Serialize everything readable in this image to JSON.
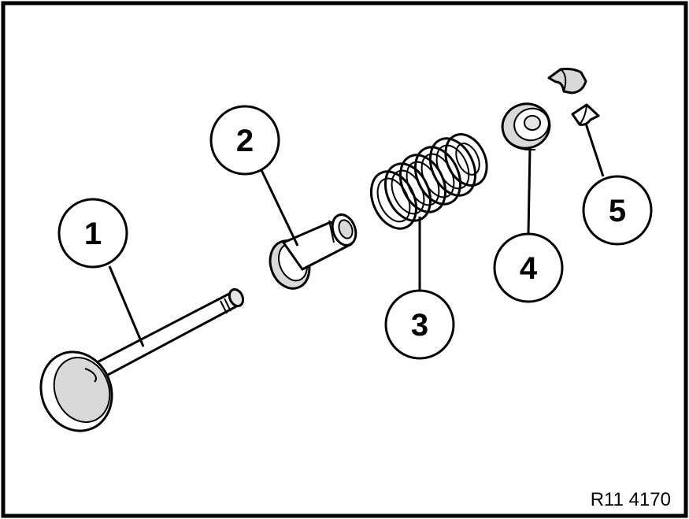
{
  "figure": {
    "callouts": [
      {
        "label": "1",
        "part": "valve"
      },
      {
        "label": "2",
        "part": "valve-stem-seal"
      },
      {
        "label": "3",
        "part": "valve-springs"
      },
      {
        "label": "4",
        "part": "spring-retainer"
      },
      {
        "label": "5",
        "part": "valve-keepers"
      }
    ],
    "reference": "R11 4170",
    "colors": {
      "ink": "#000000",
      "paper": "#ffffff",
      "shade": "#d9d9d9"
    }
  }
}
